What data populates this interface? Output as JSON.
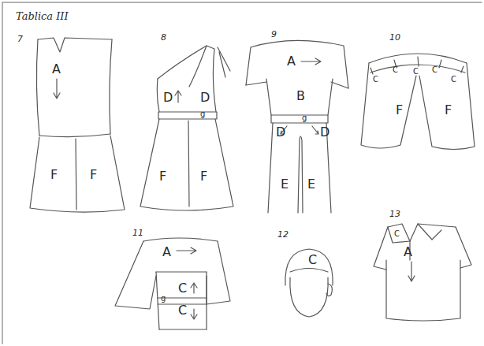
{
  "diagram": {
    "title": "Tablica III",
    "labels": [
      "7",
      "A",
      "F",
      "F",
      "8",
      "D",
      "D",
      "g",
      "F",
      "F",
      "9",
      "A",
      "B",
      "g",
      "D",
      "D",
      "E",
      "E",
      "10",
      "C",
      "C",
      "C",
      "C",
      "C",
      "F",
      "F",
      "11",
      "A",
      "C",
      "g",
      "C",
      "12",
      "C",
      "13",
      "C",
      "A"
    ]
  }
}
